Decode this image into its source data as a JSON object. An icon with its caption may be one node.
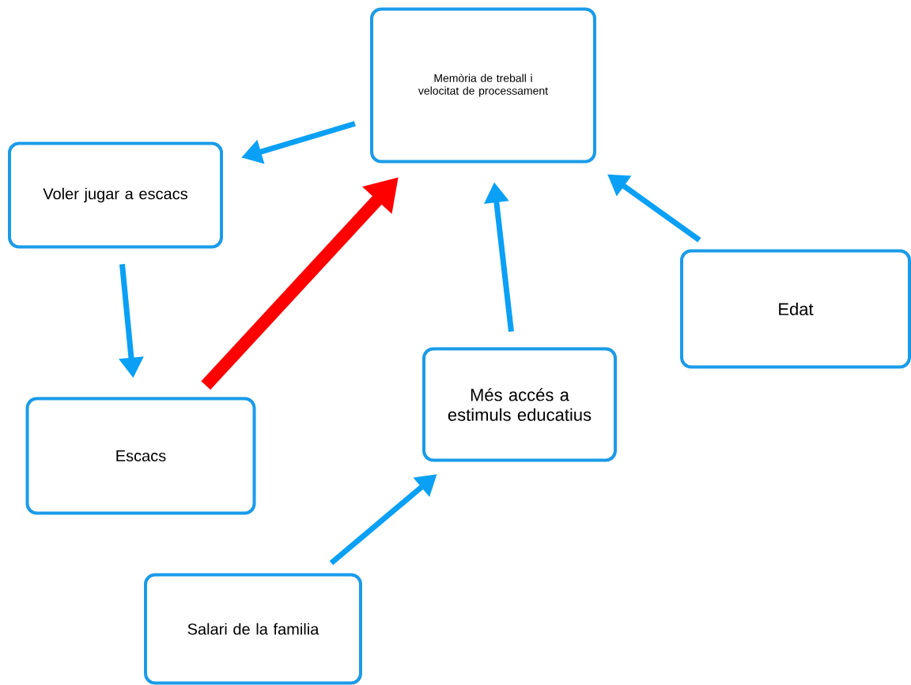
{
  "diagram": {
    "nodes": [
      {
        "text": [
          "Memòria de treball i velocitat de processament"
        ]
      },
      {
        "text": [
          "Voler jugar a escacs"
        ]
      },
      {
        "text": [
          "Escacs"
        ]
      },
      {
        "text": [
          "Més accés a estimuls educatius"
        ]
      },
      {
        "text": [
          "Edat"
        ]
      },
      {
        "text": [
          "Salari de la familia"
        ]
      }
    ],
    "edges": [
      {
        "from": 0,
        "to": 1,
        "arrow": "to"
      },
      {
        "from": 1,
        "to": 2,
        "arrow": "to"
      },
      {
        "from": 2,
        "to": 0,
        "arrow": "to",
        "style": "thick",
        "color": "#ff0000"
      },
      {
        "from": 3,
        "to": 0,
        "arrow": "to"
      },
      {
        "from": 4,
        "to": 0,
        "arrow": "to"
      },
      {
        "from": 5,
        "to": 3,
        "arrow": "to"
      }
    ]
  }
}
